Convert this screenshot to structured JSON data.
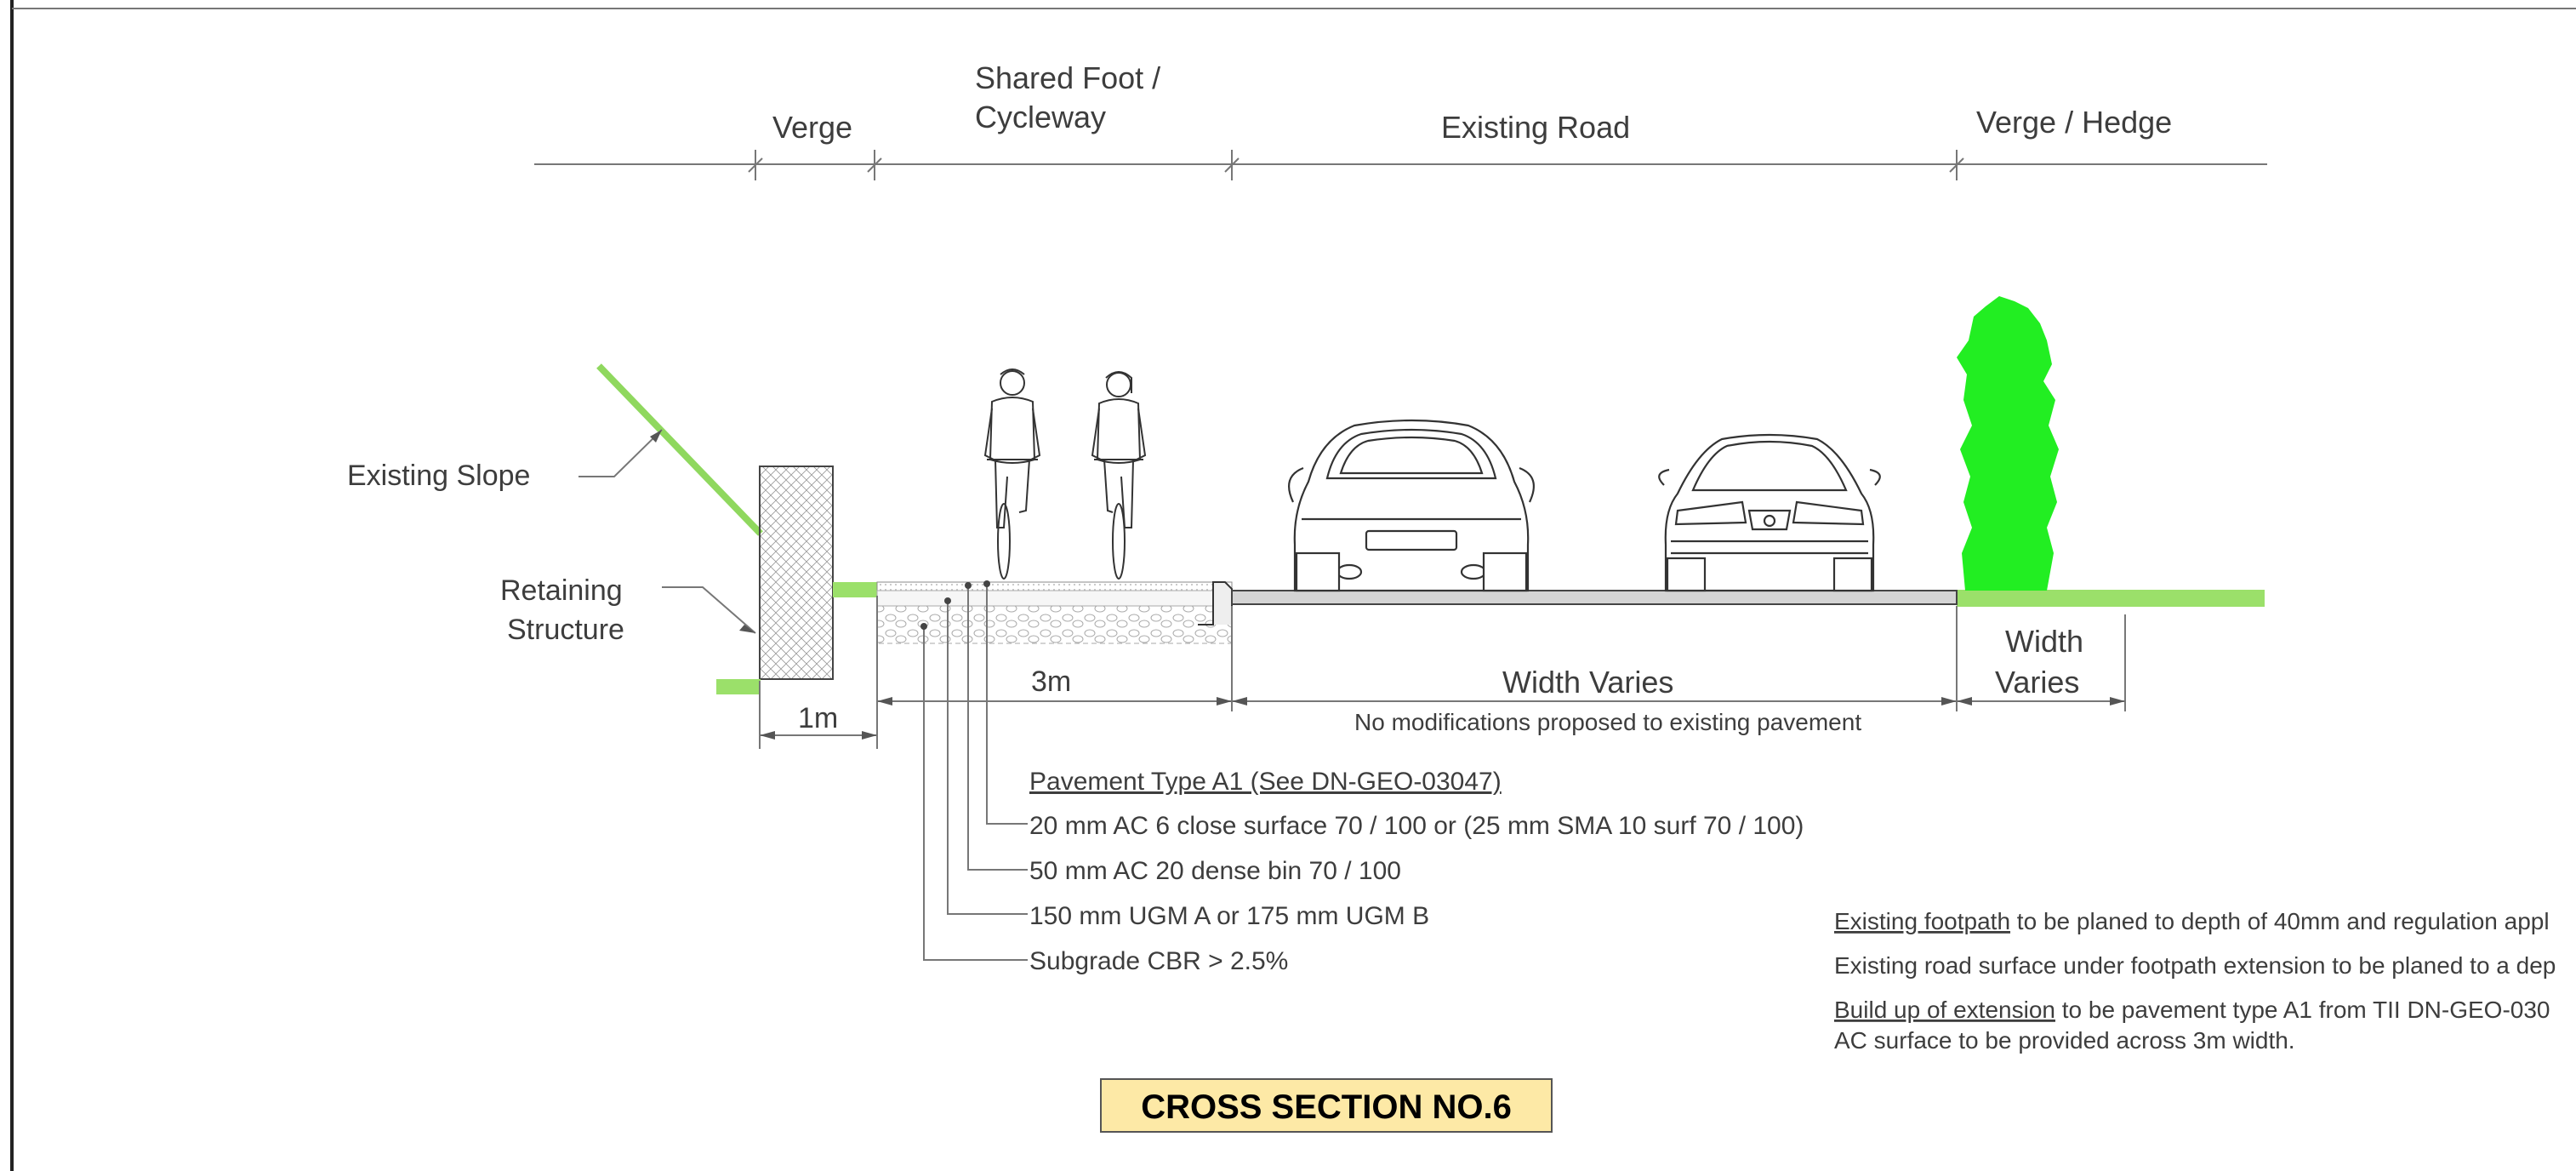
{
  "header_labels": {
    "verge": "Verge",
    "shared_line1": "Shared Foot /",
    "shared_line2": "Cycleway",
    "existing_road": "Existing Road",
    "verge_hedge": "Verge / Hedge"
  },
  "side_labels": {
    "existing_slope": "Existing Slope",
    "retaining_line1": "Retaining",
    "retaining_line2": "Structure"
  },
  "dimensions": {
    "verge_width": "1m",
    "cycleway_width": "3m",
    "road_width": "Width Varies",
    "road_note": "No modifications proposed to existing pavement",
    "hedge_width_line1": "Width",
    "hedge_width_line2": "Varies"
  },
  "pavement": {
    "title": "Pavement Type A1 (See DN-GEO-03047)",
    "layers": [
      "20 mm AC 6 close surface 70 / 100 or (25 mm SMA 10 surf 70 / 100)",
      "50 mm AC 20 dense bin 70 / 100",
      "150 mm UGM A or 175 mm UGM B",
      "Subgrade CBR > 2.5%"
    ]
  },
  "notes": [
    {
      "underlined": "Existing footpath",
      "text": " to be planed to depth of 40mm and regulation appl"
    },
    {
      "underlined": "",
      "text": "Existing road surface under footpath extension to be planed to a dep"
    },
    {
      "underlined": "Build up of extension",
      "text": " to be pavement type A1 from TII DN-GEO-030"
    },
    {
      "underlined": "",
      "text": "AC surface to be provided across 3m width."
    }
  ],
  "title": "CROSS SECTION NO.6",
  "colors": {
    "grass": "#9be06a",
    "slope": "#8fd85e",
    "hedge": "#22ee22",
    "title_bg": "#fde9a6",
    "road": "#d4d4d4"
  }
}
